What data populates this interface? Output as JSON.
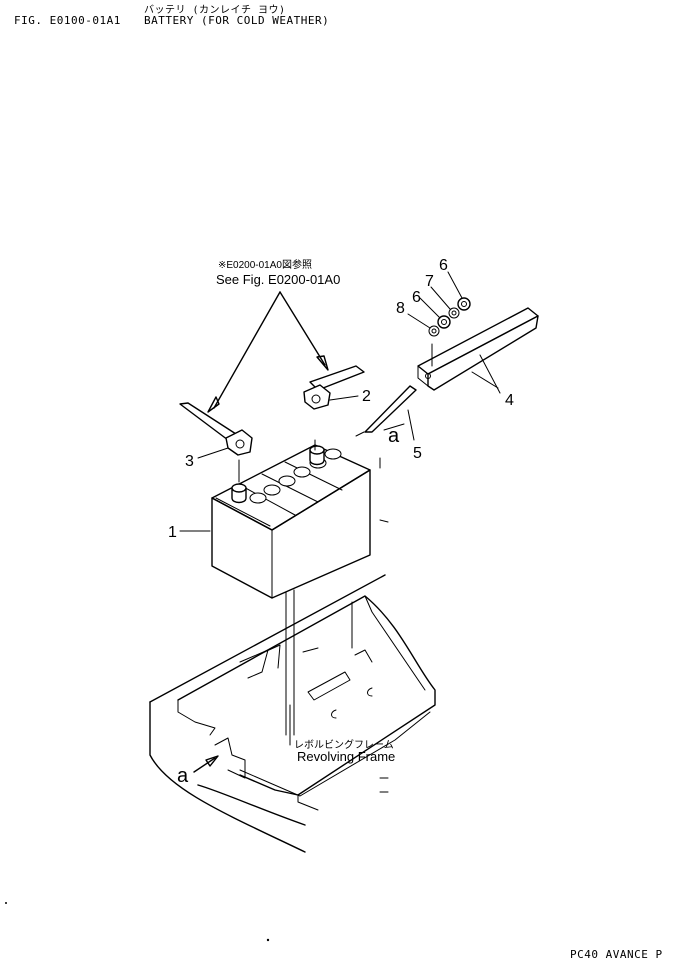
{
  "header": {
    "fig_number": "FIG. E0100-01A1",
    "title_ja": "バッテリ (カンレイチ ヨウ)",
    "title_en": "BATTERY (FOR COLD WEATHER)"
  },
  "reference": {
    "ja": "※E0200-01A0図参照",
    "en": "See Fig. E0200-01A0"
  },
  "frame_label": {
    "ja": "レボルビングフレーム",
    "en": "Revolving Frame"
  },
  "callouts": {
    "c1": "1",
    "c2": "2",
    "c3": "3",
    "c4": "4",
    "c5": "5",
    "c6a": "6",
    "c6b": "6",
    "c7": "7",
    "c8": "8",
    "a_top": "a",
    "a_bottom": "a"
  },
  "footer": "PC40 AVANCE P"
}
